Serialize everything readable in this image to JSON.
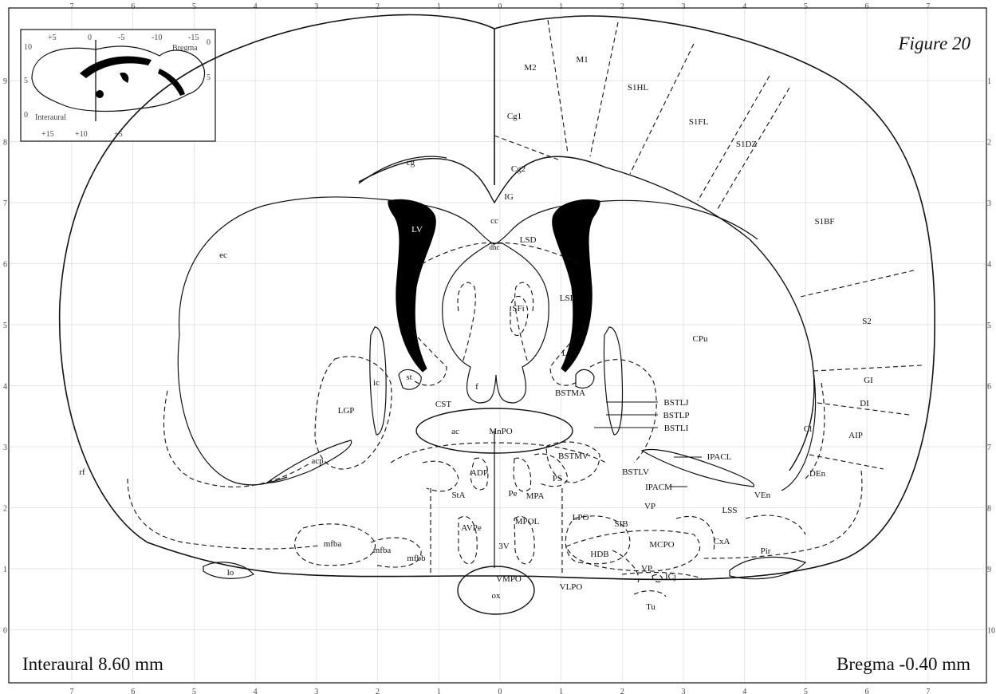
{
  "figure_title": "Figure 20",
  "interaural_label": "Interaural 8.60 mm",
  "bregma_label": "Bregma -0.40 mm",
  "colors": {
    "ink": "#111111",
    "grid": "#d9d9d9",
    "ventricle": "#000000",
    "paper": "#ffffff"
  },
  "ruler": {
    "top_bottom_ticks": [
      "7",
      "6",
      "5",
      "4",
      "3",
      "2",
      "1",
      "0",
      "1",
      "2",
      "3",
      "4",
      "5",
      "6",
      "7"
    ],
    "left_ticks": [
      "9",
      "8",
      "7",
      "6",
      "5",
      "4",
      "3",
      "2",
      "1",
      "0"
    ],
    "right_ticks": [
      "1",
      "2",
      "3",
      "4",
      "5",
      "6",
      "7",
      "8",
      "9",
      "10"
    ]
  },
  "inset": {
    "bregma": "Bregma",
    "interaural": "Interaural",
    "top_ticks": [
      "+5",
      "0",
      "-5",
      "-10",
      "-15"
    ],
    "bottom_ticks": [
      "+15",
      "+10",
      "+5"
    ],
    "left_ticks": [
      "10",
      "5",
      "0"
    ],
    "right_ticks": [
      "0",
      "5"
    ]
  },
  "labels": {
    "M2": "M2",
    "M1": "M1",
    "S1HL": "S1HL",
    "S1FL": "S1FL",
    "S1DZ": "S1DZ",
    "S1BF": "S1BF",
    "S2": "S2",
    "GI": "GI",
    "DI": "DI",
    "AIP": "AIP",
    "Cg1": "Cg1",
    "Cg2": "Cg2",
    "cg": "cg",
    "IG": "IG",
    "cc": "cc",
    "LV": "LV",
    "ec": "ec",
    "LSD": "LSD",
    "dhc": "dhc",
    "LSI": "LSI",
    "SFi": "SFi",
    "LSV": "LSV",
    "CPu": "CPu",
    "st": "st",
    "ic": "ic",
    "f": "f",
    "CST": "CST",
    "BSTMA": "BSTMA",
    "BSTLJ": "BSTLJ",
    "BSTLP": "BSTLP",
    "BSTLI": "BSTLI",
    "LGP": "LGP",
    "ac": "ac",
    "MnPO": "MnPO",
    "Cl": "Cl",
    "IPACL": "IPACL",
    "acp": "acp",
    "BSTMV": "BSTMV",
    "BSTLV": "BSTLV",
    "DEn": "DEn",
    "rf": "rf",
    "ADP": "ADP",
    "PS": "PS",
    "IPACM": "IPACM",
    "VEn": "VEn",
    "StA": "StA",
    "Pe": "Pe",
    "MPA": "MPA",
    "VP": "VP",
    "LSS": "LSS",
    "AVPe": "AVPe",
    "MPOL": "MPOL",
    "LPO": "LPO",
    "SIB": "SIB",
    "mfba": "mfba",
    "mfbb": "mfbb",
    "3V": "3V",
    "HDB": "HDB",
    "MCPO": "MCPO",
    "CxA": "CxA",
    "Pir": "Pir",
    "lo": "lo",
    "VMPO": "VMPO",
    "VLPO": "VLPO",
    "ICj": "ICj",
    "ox": "ox",
    "Tu": "Tu"
  }
}
